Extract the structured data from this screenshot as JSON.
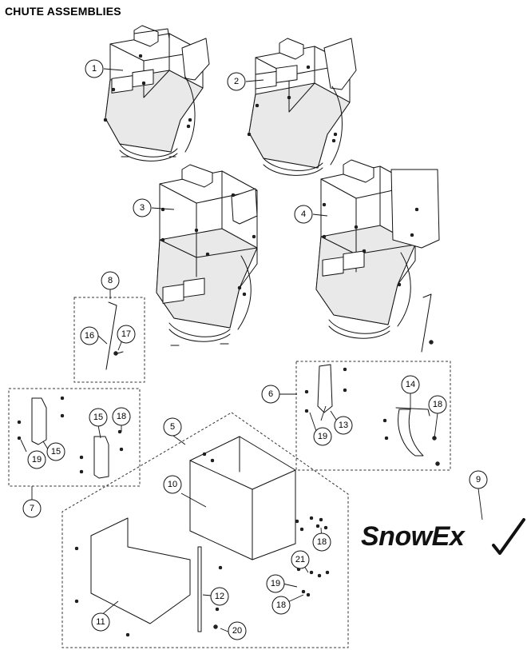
{
  "title": "CHUTE ASSEMBLIES",
  "logo": {
    "text": "SnowEx",
    "mark": "checkmark-icon"
  },
  "callouts": [
    {
      "id": "c1",
      "label": "1"
    },
    {
      "id": "c2",
      "label": "2"
    },
    {
      "id": "c3",
      "label": "3"
    },
    {
      "id": "c4",
      "label": "4"
    },
    {
      "id": "c5",
      "label": "5"
    },
    {
      "id": "c6",
      "label": "6"
    },
    {
      "id": "c7",
      "label": "7"
    },
    {
      "id": "c8",
      "label": "8"
    },
    {
      "id": "c9",
      "label": "9"
    },
    {
      "id": "c10",
      "label": "10"
    },
    {
      "id": "c11",
      "label": "11"
    },
    {
      "id": "c12",
      "label": "12"
    },
    {
      "id": "c13",
      "label": "13"
    },
    {
      "id": "c14",
      "label": "14"
    },
    {
      "id": "c15a",
      "label": "15"
    },
    {
      "id": "c15b",
      "label": "15"
    },
    {
      "id": "c16",
      "label": "16"
    },
    {
      "id": "c17",
      "label": "17"
    },
    {
      "id": "c18a",
      "label": "18"
    },
    {
      "id": "c18b",
      "label": "18"
    },
    {
      "id": "c18c",
      "label": "18"
    },
    {
      "id": "c18d",
      "label": "18"
    },
    {
      "id": "c19a",
      "label": "19"
    },
    {
      "id": "c19b",
      "label": "19"
    },
    {
      "id": "c19c",
      "label": "19"
    },
    {
      "id": "c20",
      "label": "20"
    },
    {
      "id": "c21",
      "label": "21"
    }
  ]
}
